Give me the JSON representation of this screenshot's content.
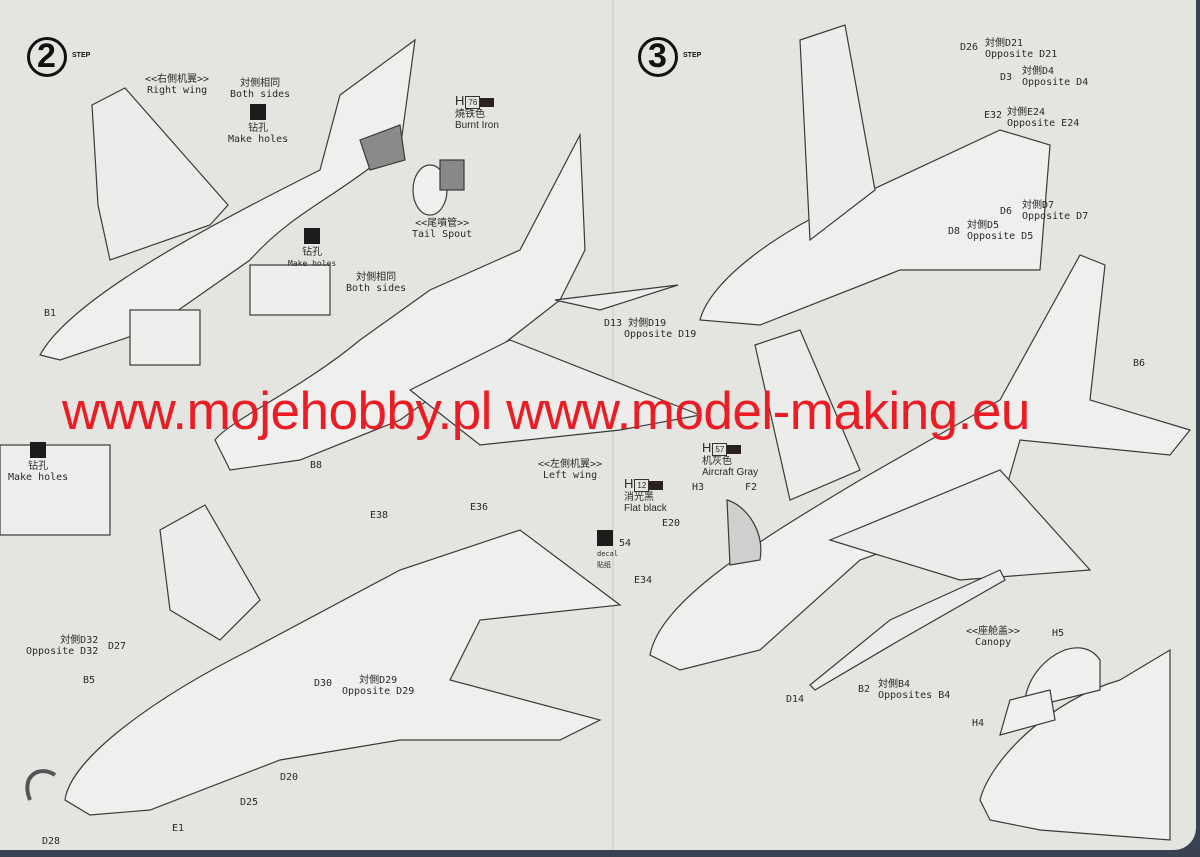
{
  "steps": [
    {
      "number": "2",
      "label": "STEP"
    },
    {
      "number": "3",
      "label": "STEP"
    }
  ],
  "watermark": "www.mojehobby.pl www.model-making.eu",
  "step2": {
    "right_wing_cn": "<<右側机翼>>",
    "right_wing_en": "Right wing",
    "both_sides_1_cn": "対側相同",
    "both_sides_1_en": "Both sides",
    "make_holes_1_cn": "钻孔",
    "make_holes_1_en": "Make holes",
    "paint_burnt_iron": {
      "prefix": "H",
      "code": "76",
      "cn": "燒铁色",
      "en": "Burnt Iron"
    },
    "tail_spout_cn": "<<尾噴管>>",
    "tail_spout_en": "Tail Spout",
    "make_holes_2_cn": "钻孔",
    "make_holes_2_en": "Make holes",
    "both_sides_2_cn": "対側相同",
    "both_sides_2_en": "Both sides",
    "b1": "B1",
    "d13": "D13",
    "d13_cn": "対側D19",
    "d13_en": "Opposite D19",
    "make_holes_3_cn": "钻孔",
    "make_holes_3_en": "Make holes",
    "b8": "B8",
    "left_wing_cn": "<<左側机翼>>",
    "left_wing_en": "Left wing",
    "e38": "E38",
    "e36": "E36",
    "d32_cn": "対側D32",
    "d32_en": "Opposite D32",
    "d27": "D27",
    "b5": "B5",
    "d30": "D30",
    "d29_cn": "対側D29",
    "d29_en": "Opposite D29",
    "d20": "D20",
    "d25": "D25",
    "e1": "E1",
    "d28": "D28"
  },
  "step3": {
    "d26": "D26",
    "d21_cn": "対側D21",
    "d21_en": "Opposite D21",
    "d3": "D3",
    "d4_cn": "対側D4",
    "d4_en": "Opposite D4",
    "e32": "E32",
    "e24_cn": "対側E24",
    "e24_en": "Opposite E24",
    "d6": "D6",
    "d7_cn": "対側D7",
    "d7_en": "Opposite D7",
    "d8": "D8",
    "d5_cn": "対側D5",
    "d5_en": "Opposite D5",
    "b6": "B6",
    "paint_aircraft_gray": {
      "prefix": "H",
      "code": "57",
      "cn": "机灰色",
      "en": "Aircraft Gray"
    },
    "h3": "H3",
    "f2": "F2",
    "paint_flat_black": {
      "prefix": "H",
      "code": "12",
      "cn": "消光黑",
      "en": "Flat black"
    },
    "e20": "E20",
    "decal_no": "54",
    "decal_en": "decal",
    "decal_cn": "貼纸",
    "e34": "E34",
    "canopy_cn": "<<座舱盖>>",
    "canopy_en": "Canopy",
    "h5": "H5",
    "h4": "H4",
    "d14": "D14",
    "b2": "B2",
    "b4_cn": "対側B4",
    "b4_en": "Opposites B4"
  }
}
